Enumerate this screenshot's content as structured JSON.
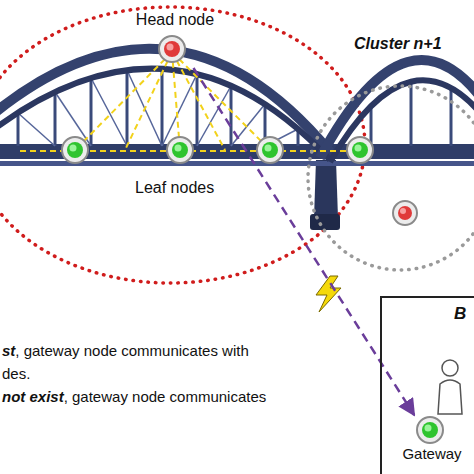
{
  "diagram": {
    "nodes": [
      {
        "text": [
          "Head node"
        ]
      },
      {
        "text": [
          "Cluster n+1"
        ]
      },
      {
        "text": [
          "B"
        ]
      },
      {
        "text": [
          "Gateway"
        ],
        "in": 2
      }
    ],
    "edges": [
      {
        "from": 0,
        "to": 3,
        "arrow": "to"
      }
    ],
    "labels": [
      "Leaf nodes",
      "st",
      ", gateway node communicates with",
      "des.",
      "not exist",
      ", gateway node communicates"
    ]
  }
}
